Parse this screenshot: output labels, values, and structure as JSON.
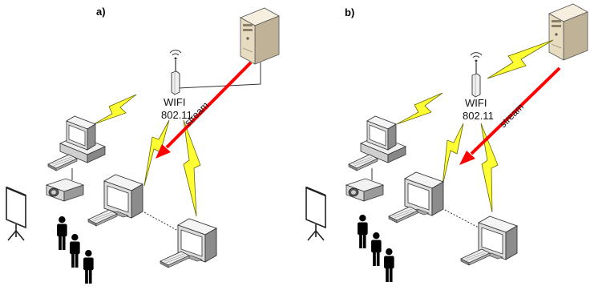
{
  "panels": [
    {
      "label": "a)",
      "wifi_line1": "WIFI",
      "wifi_line2": "802.11",
      "stream_label": "stream"
    },
    {
      "label": "b)",
      "wifi_line1": "WIFI",
      "wifi_line2": "802.11",
      "stream_label": "stream"
    }
  ],
  "colors": {
    "stream_arrow": "#ff0000",
    "wireless_bolt": "#ffff33",
    "bolt_outline": "#666600",
    "device_light": "#eeeeee",
    "device_dark": "#777777",
    "screen": "#ffffff",
    "server_body": "#e8dcc0",
    "people": "#000000"
  },
  "icons": [
    "server-icon",
    "wifi-antenna-icon",
    "lightning-bolt-icon",
    "desktop-computer-icon",
    "monitor-icon",
    "keyboard-icon",
    "projector-icon",
    "projection-screen-icon",
    "person-icon"
  ]
}
